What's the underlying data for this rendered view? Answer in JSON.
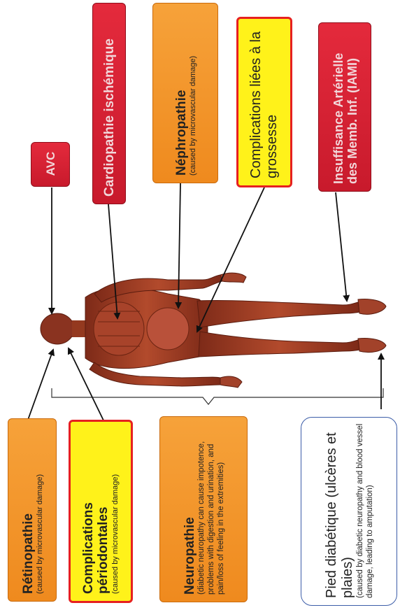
{
  "boxes": {
    "retinopathie": {
      "title": "Rétinopathie",
      "subtitle": "(caused by microvascular damage)"
    },
    "periodontales": {
      "title": "Complications périodontales",
      "subtitle": "(caused by microvascular damage)"
    },
    "neuropathie": {
      "title": "Neuropathie",
      "subtitle": "(diabetic neuropathy can cause impotence, problems with digestion and urination, and pain/loss of feeling in the extremities)"
    },
    "pied": {
      "title": "Pied diabétique (ulcères et plaies)",
      "subtitle": "(caused by diabetic neuropathy and blood vessel damage, leading to amputation)"
    },
    "avc": {
      "title": "AVC"
    },
    "cardiopathie": {
      "title": "Cardiopathie ischémique"
    },
    "nephropathie": {
      "title": "Néphropathie",
      "subtitle": "(caused by microvascular damage)"
    },
    "grossesse": {
      "title": "Complications liées à la grossesse"
    },
    "iami": {
      "title": "Insuffisance Artérielle des Memb. Inf. (IAMI)"
    }
  },
  "colors": {
    "orange": "#f29a2e",
    "red": "#d8202f",
    "yellow": "#fff21a",
    "figure_muscle": "#9c3a22"
  },
  "figure": {
    "name": "human-anatomy-figure"
  }
}
